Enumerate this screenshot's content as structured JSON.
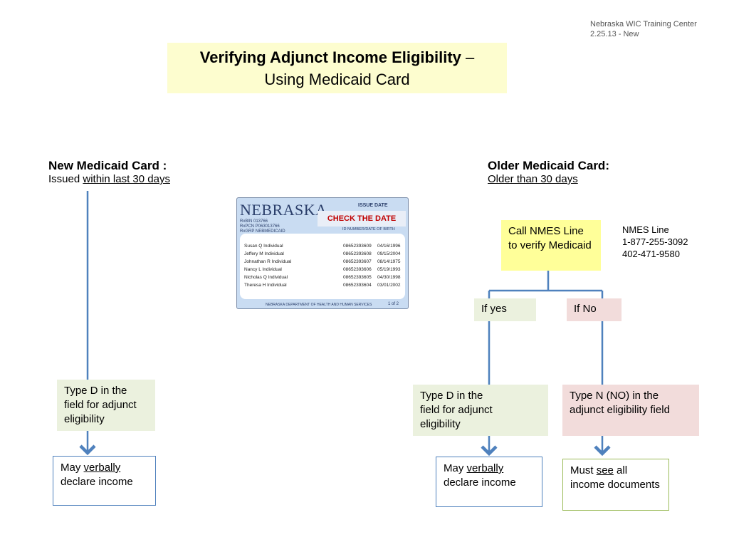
{
  "header_note": {
    "line1": "Nebraska WIC Training Center",
    "line2": "2.25.13 - New"
  },
  "title": {
    "bold": "Verifying Adjunct Income Eligibility",
    "dash": " –",
    "line2": "Using Medicaid Card"
  },
  "new_card": {
    "heading": "New Medicaid Card :",
    "sub_prefix": "Issued ",
    "sub_underlined": "within last 30 days"
  },
  "older_card": {
    "heading": "Older Medicaid Card:",
    "sub_underlined": "Older than 30 days"
  },
  "card_image": {
    "brand": "NEBRASKA",
    "issue_date_label": "ISSUE DATE",
    "ids": [
      "RxBIN   013766",
      "RxPCN   P063013766",
      "RxGRP   NEBMEDICAID"
    ],
    "id_header": "ID NUMBER/DATE OF BIRTH",
    "members": [
      {
        "name": "Susan Q Individual",
        "id": "08652393609",
        "dob": "04/16/1996"
      },
      {
        "name": "Jeffery M Individual",
        "id": "08652393608",
        "dob": "09/15/2004"
      },
      {
        "name": "Johnathan R Individual",
        "id": "08652393607",
        "dob": "08/14/1975"
      },
      {
        "name": "Nancy L Individual",
        "id": "08652393606",
        "dob": "05/19/1993"
      },
      {
        "name": "Nicholas Q Individual",
        "id": "08652393605",
        "dob": "04/30/1998"
      },
      {
        "name": "Theresa H Individual",
        "id": "08652393604",
        "dob": "03/01/2002"
      }
    ],
    "footer": "NEBRASKA DEPARTMENT OF HEALTH AND HUMAN SERVICES",
    "page": "1 of 2",
    "callout": "CHECK THE DATE"
  },
  "call_nmes": "Call NMES Line to verify Medicaid",
  "nmes_line": {
    "label": "NMES Line",
    "phone1": "1-877-255-3092",
    "phone2": "402-471-9580"
  },
  "if_yes": "If yes",
  "if_no": "If No",
  "left_type_d": "Type D in the field for adjunct eligibility",
  "left_may_prefix": "May ",
  "left_may_underlined": "verbally",
  "left_may_suffix": "declare income",
  "right_type_d": {
    "line1": "Type D in the",
    "line2": "field for adjunct",
    "line3": "eligibility"
  },
  "right_may_prefix": "May ",
  "right_may_underlined": "verbally",
  "right_may_suffix": "declare income",
  "type_n": "Type N  (NO) in the adjunct eligibility field",
  "must_prefix": "Must ",
  "must_underlined": "see",
  "must_suffix": " all income documents",
  "colors": {
    "connector": "#4f81bd",
    "title_bg": "#fdfdcf",
    "green_box": "#ebf1de",
    "pink_box": "#f2dcdb",
    "yellow_box": "#ffff99",
    "callout_text": "#c00000"
  }
}
